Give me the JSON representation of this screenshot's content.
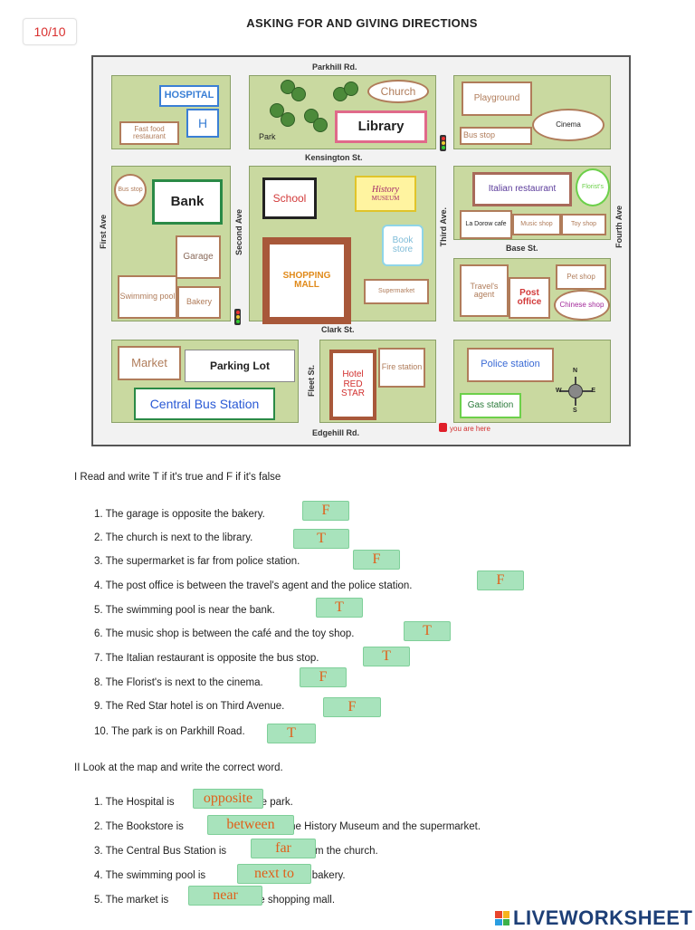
{
  "score": "10/10",
  "title": "ASKING FOR AND GIVING DIRECTIONS",
  "map": {
    "roads": {
      "parkhill": "Parkhill Rd.",
      "kensington": "Kensington St.",
      "base": "Base St.",
      "clark": "Clark St.",
      "edgehill": "Edgehill Rd.",
      "first": "First Ave",
      "second": "Second Ave",
      "third": "Third Ave.",
      "fourth": "Fourth Ave",
      "fleet": "Fleet St."
    },
    "places": {
      "hospital": "HOSPITAL",
      "hospital_h": "H",
      "fastfood": "Fast food restaurant",
      "park": "Park",
      "church": "Church",
      "library": "Library",
      "playground": "Playground",
      "cinema": "Cinema",
      "bus_stop_top": "Bus stop",
      "bus_stop_left": "Bus stop",
      "bank": "Bank",
      "garage": "Garage",
      "swimming_pool": "Swimming pool",
      "bakery": "Bakery",
      "school": "School",
      "history_museum_1": "History",
      "history_museum_2": "MUSEUM",
      "shopping_mall": "SHOPPING MALL",
      "book_store": "Book store",
      "supermarket": "Supermarket",
      "italian_restaurant": "Italian restaurant",
      "florists": "Florist's",
      "cafe": "La Dorow cafe",
      "music_shop": "Music shop",
      "toy_shop": "Toy shop",
      "travel_agent": "Travel's agent",
      "post_office": "Post office",
      "pet_shop": "Pet shop",
      "chinese_shop": "Chinese shop",
      "market": "Market",
      "parking_lot": "Parking Lot",
      "central_bus_station": "Central Bus Station",
      "hotel": "Hotel RED STAR",
      "fire_station": "Fire station",
      "police_station": "Police station",
      "gas_station": "Gas station",
      "you_are_here": "you are here",
      "compass_n": "N",
      "compass_s": "S",
      "compass_e": "E",
      "compass_w": "W"
    }
  },
  "section1": {
    "heading": "I Read and write T if it's true and F if it's false",
    "items": [
      {
        "num": "1.",
        "text": "The garage is opposite the bakery.",
        "answer": "F"
      },
      {
        "num": "2.",
        "text": "The church is next to the library.",
        "answer": "T"
      },
      {
        "num": "3.",
        "text": "The supermarket is far from police station.",
        "answer": "F"
      },
      {
        "num": "4.",
        "text": "The post office is between the travel's agent and the police station.",
        "answer": "F"
      },
      {
        "num": "5.",
        "text": "The swimming pool is near the bank.",
        "answer": "T"
      },
      {
        "num": "6.",
        "text": "The music shop is between the café and the toy shop.",
        "answer": "T"
      },
      {
        "num": "7.",
        "text": "The Italian restaurant is opposite the bus stop.",
        "answer": "T"
      },
      {
        "num": "8.",
        "text": "The Florist's is next to the cinema.",
        "answer": "F"
      },
      {
        "num": "9.",
        "text": "The Red Star hotel is on Third Avenue.",
        "answer": "F"
      },
      {
        "num": "10.",
        "text": "The park is on Parkhill Road.",
        "answer": "T"
      }
    ]
  },
  "section2": {
    "heading": "II Look at the map and write the correct word.",
    "items": [
      {
        "num": "1.",
        "before": "The Hospital is",
        "answer": "opposite",
        "after": "the park."
      },
      {
        "num": "2.",
        "before": "The Bookstore is",
        "answer": "between",
        "after": "The History Museum and the supermarket."
      },
      {
        "num": "3.",
        "before": "The Central Bus Station is",
        "answer": "far",
        "after": "from the church."
      },
      {
        "num": "4.",
        "before": "The swimming pool is",
        "answer": "next to",
        "after": "the bakery."
      },
      {
        "num": "5.",
        "before": "The market is",
        "answer": "near",
        "after": "the shopping mall."
      }
    ]
  },
  "logo": "LIVEWORKSHEET",
  "colors": {
    "score": "#d9302f",
    "answer_bg": "#a8e3bc",
    "answer_text": "#e0601a",
    "block": "#c9d9a0"
  }
}
